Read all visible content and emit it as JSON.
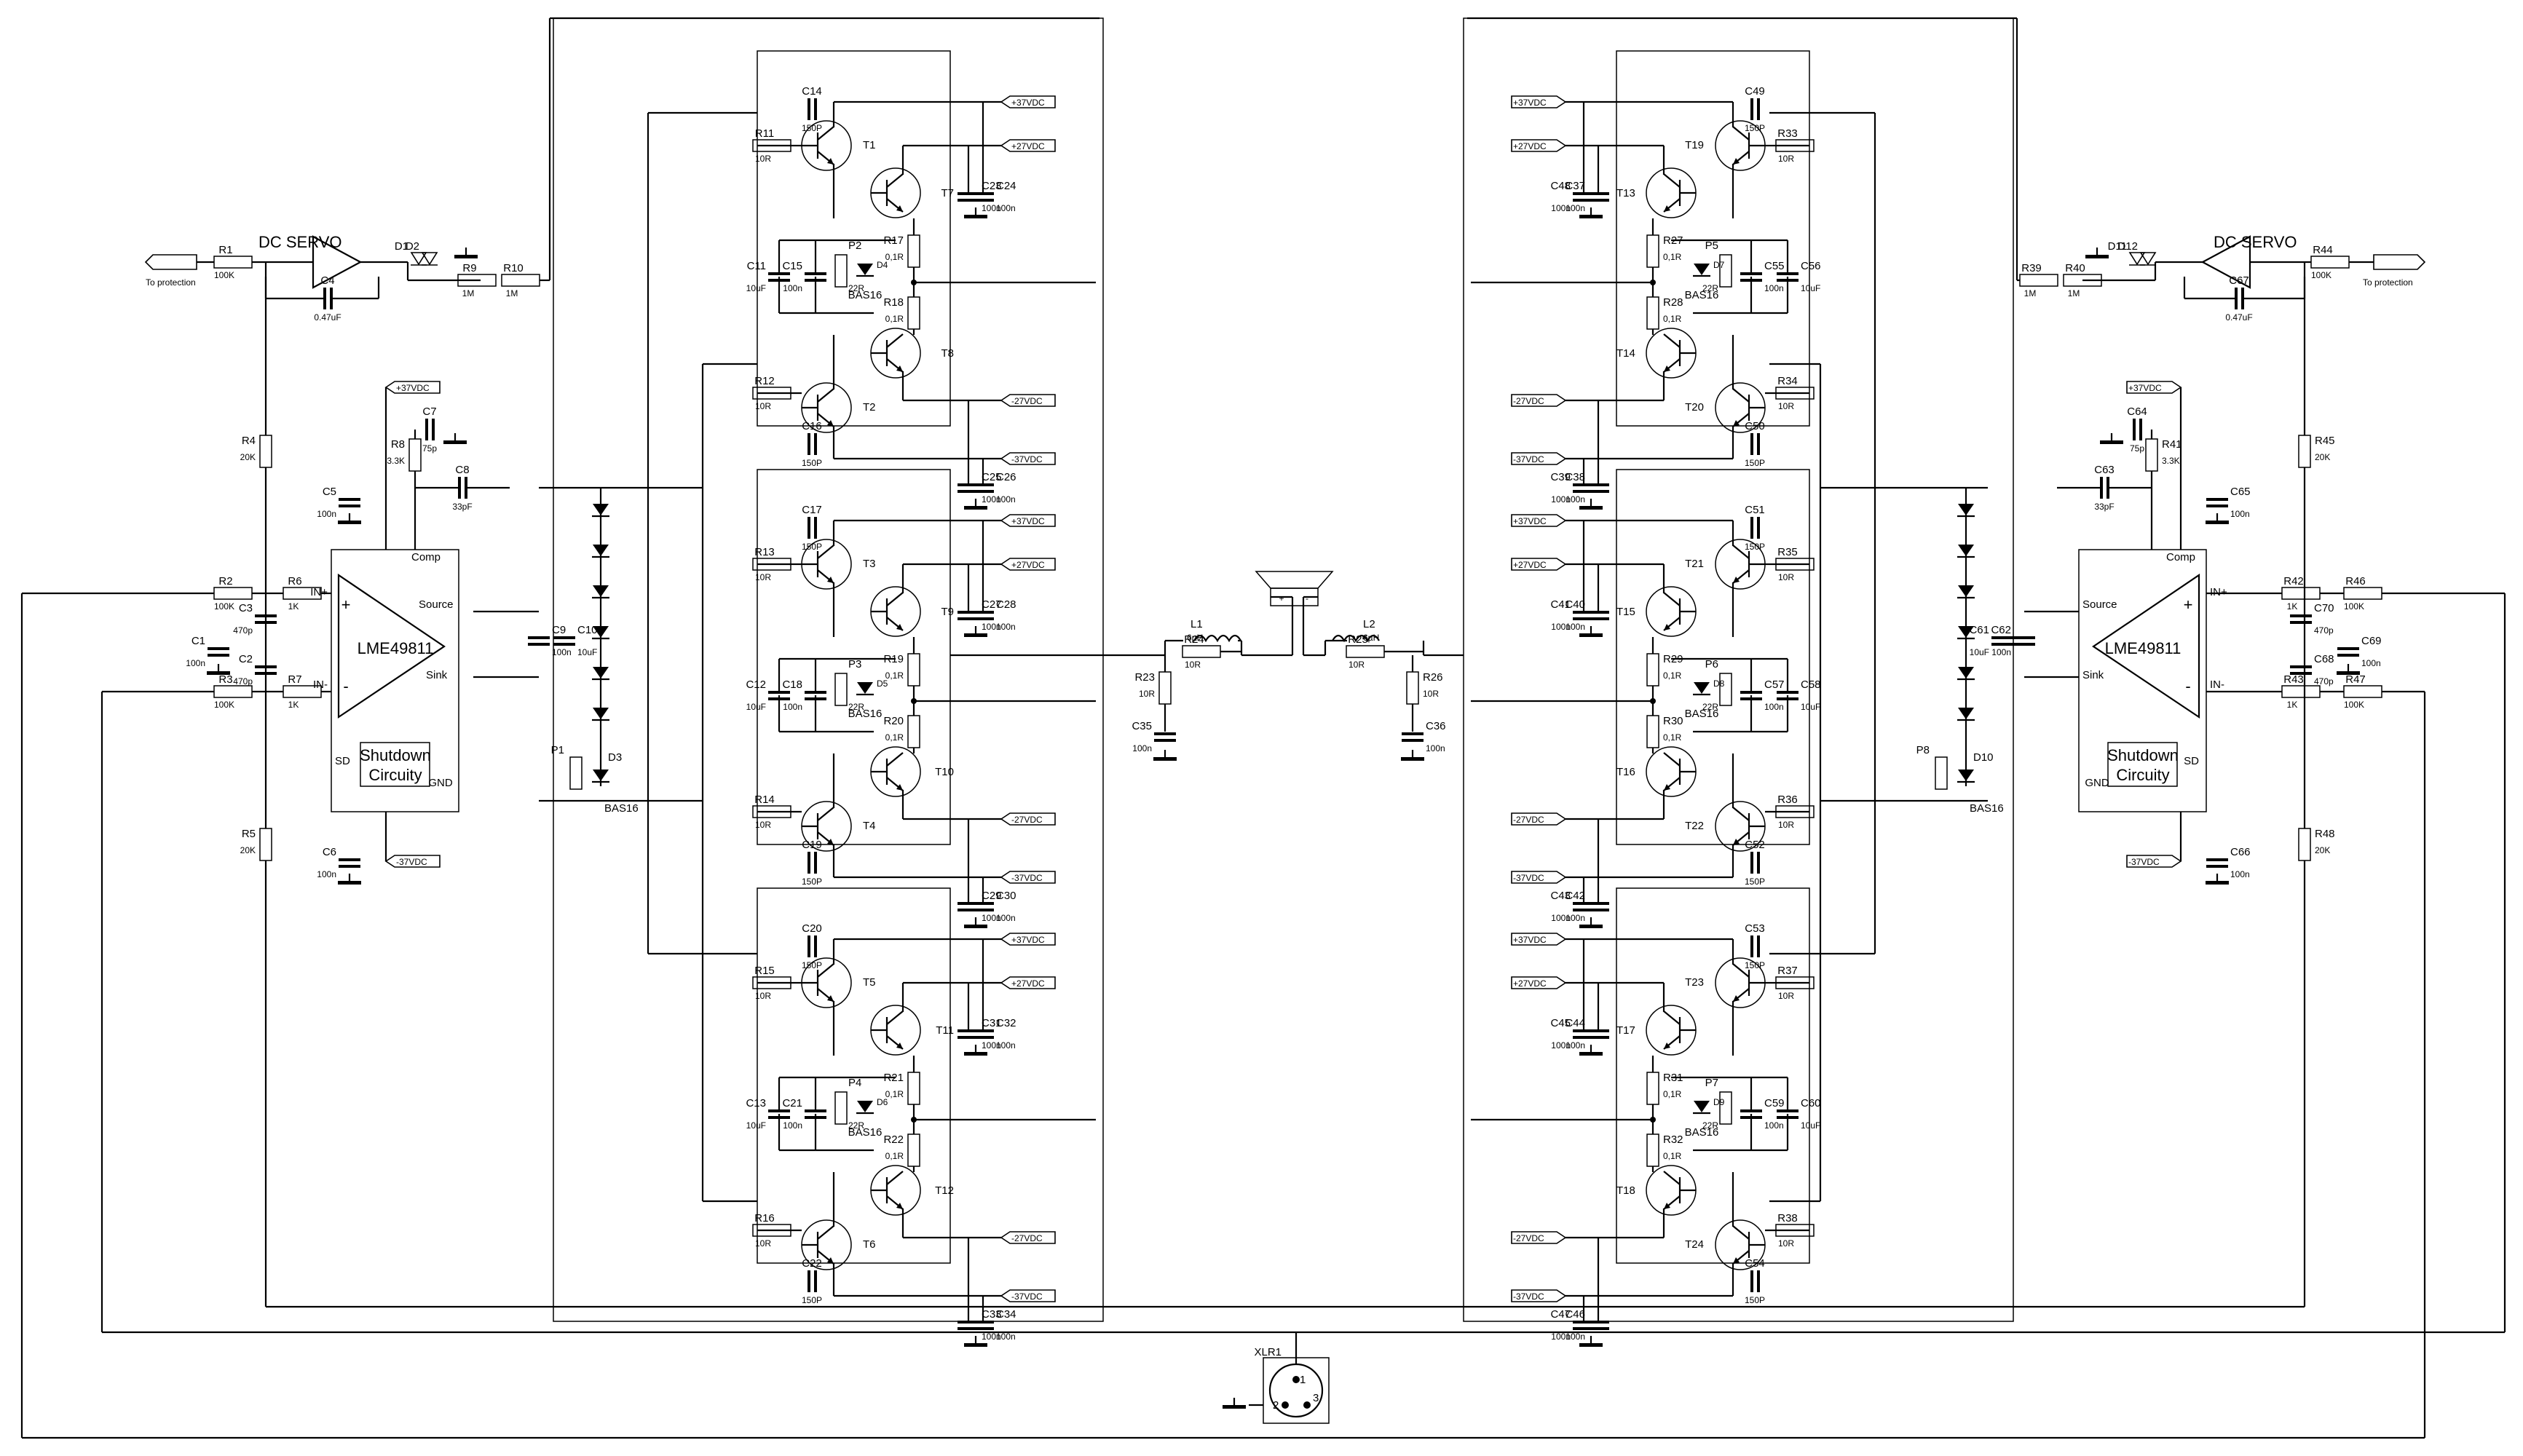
{
  "title_servo": "DC SERVO",
  "protection": "To protection",
  "ic": {
    "name": "LME49811",
    "comp": "Comp",
    "source": "Source",
    "sink": "Sink",
    "inp": "IN+",
    "inn": "IN-",
    "sd": "SD",
    "gnd": "GND",
    "shutdown1": "Shutdown",
    "shutdown2": "Circuity",
    "plus": "+",
    "minus": "-"
  },
  "rails": {
    "p37": "+37VDC",
    "p27": "+27VDC",
    "n27": "-27VDC",
    "n37": "-37VDC"
  },
  "xlr": {
    "name": "XLR1",
    "p1": "1",
    "p2": "2",
    "p3": "3"
  },
  "bas": "BAS16",
  "values": {
    "r10": "10R",
    "r01": "0,1R",
    "c150p": "150P",
    "c100n": "100n",
    "c10u": "10uF",
    "p22": "22R",
    "l6u": "6µH",
    "r100k": "100K",
    "r1k": "1K",
    "r1m": "1M",
    "r20k": "20K",
    "c470p": "470p",
    "c047": "0.47uF",
    "r33k": "3.3K",
    "c75p": "75p",
    "c33p": "33pF",
    "r10b": "10R"
  },
  "left": {
    "servo": [
      "R1",
      "C4",
      "D1",
      "D2",
      "R9",
      "R10"
    ],
    "input": [
      "R2",
      "R3",
      "R4",
      "R5",
      "R6",
      "R7",
      "R8",
      "C1",
      "C2",
      "C3",
      "C5",
      "C6",
      "C7",
      "C8",
      "C9",
      "C10",
      "P1",
      "D3"
    ],
    "stages": [
      {
        "rt": "R11",
        "ct": "C14",
        "qt": "T1",
        "qd1": "T7",
        "c1": "C23",
        "c2": "C24",
        "ca": "C11",
        "cb": "C15",
        "p": "P2",
        "d": "D4",
        "ra": "R17",
        "rb": "R18",
        "qd2": "T8",
        "rbot": "R12",
        "qb": "T2",
        "cbot": "C16",
        "c3": "C25",
        "c4": "C26"
      },
      {
        "rt": "R13",
        "ct": "C17",
        "qt": "T3",
        "qd1": "T9",
        "c1": "C27",
        "c2": "C28",
        "ca": "C12",
        "cb": "C18",
        "p": "P3",
        "d": "D5",
        "ra": "R19",
        "rb": "R20",
        "qd2": "T10",
        "rbot": "R14",
        "qb": "T4",
        "cbot": "C19",
        "c3": "C29",
        "c4": "C30"
      },
      {
        "rt": "R15",
        "ct": "C20",
        "qt": "T5",
        "qd1": "T11",
        "c1": "C31",
        "c2": "C32",
        "ca": "C13",
        "cb": "C21",
        "p": "P4",
        "d": "D6",
        "ra": "R21",
        "rb": "R22",
        "qd2": "T12",
        "rbot": "R16",
        "qb": "T6",
        "cbot": "C22",
        "c3": "C33",
        "c4": "C34"
      }
    ],
    "out": {
      "l": "L1",
      "r": "R24",
      "rz": "R23",
      "cz": "C35"
    }
  },
  "right": {
    "servo": [
      "R44",
      "C67",
      "D11",
      "D12",
      "R40",
      "R39"
    ],
    "input": [
      "R46",
      "R47",
      "R45",
      "R48",
      "R42",
      "R43",
      "R41",
      "C69",
      "C68",
      "C70",
      "C65",
      "C66",
      "C64",
      "C63",
      "C62",
      "C61",
      "P8",
      "D10"
    ],
    "stages": [
      {
        "rt": "R33",
        "ct": "C49",
        "qt": "T19",
        "qd1": "T13",
        "c1": "C37",
        "c2": "C48",
        "ca": "C56",
        "cb": "C55",
        "p": "P5",
        "d": "D7",
        "ra": "R27",
        "rb": "R28",
        "qd2": "T14",
        "rbot": "R34",
        "qb": "T20",
        "cbot": "C50",
        "c3": "C38",
        "c4": "C39"
      },
      {
        "rt": "R35",
        "ct": "C51",
        "qt": "T21",
        "qd1": "T15",
        "c1": "C40",
        "c2": "C41",
        "ca": "C58",
        "cb": "C57",
        "p": "P6",
        "d": "D8",
        "ra": "R29",
        "rb": "R30",
        "qd2": "T16",
        "rbot": "R36",
        "qb": "T22",
        "cbot": "C52",
        "c3": "C42",
        "c4": "C43"
      },
      {
        "rt": "R37",
        "ct": "C53",
        "qt": "T23",
        "qd1": "T17",
        "c1": "C44",
        "c2": "C45",
        "ca": "C60",
        "cb": "C59",
        "p": "P7",
        "d": "D9",
        "ra": "R31",
        "rb": "R32",
        "qd2": "T18",
        "rbot": "R38",
        "qb": "T24",
        "cbot": "C54",
        "c3": "C46",
        "c4": "C47"
      }
    ],
    "out": {
      "l": "L2",
      "r": "R25",
      "rz": "R26",
      "cz": "C36"
    }
  }
}
